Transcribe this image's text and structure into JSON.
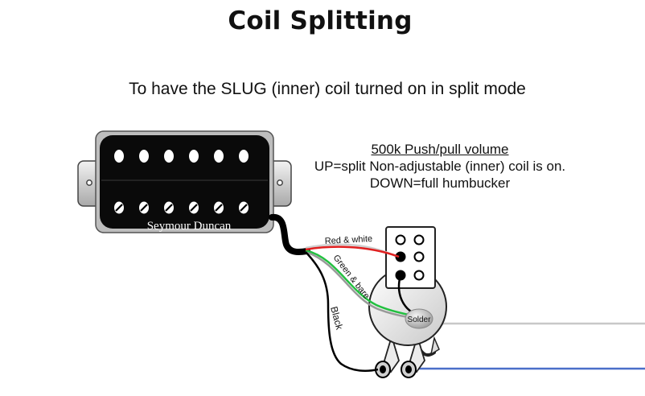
{
  "title": "Coil Splitting",
  "subtitle": "To have the SLUG (inner) coil turned on in split mode",
  "notes": {
    "heading": "500k Push/pull volume",
    "line1": "UP=split Non-adjustable (inner) coil is on.",
    "line2": "DOWN=full humbucker"
  },
  "pickup": {
    "brand": "Seymour Duncan"
  },
  "wires": {
    "red_white": "Red & white",
    "green_bare": "Green & bare",
    "black": "Black"
  },
  "solder_label": "Solder",
  "colors": {
    "red": "#e02020",
    "green": "#22c040",
    "bare": "#999999",
    "output_blue": "#4a6fc9",
    "ground_gray": "#c8c8c8"
  }
}
